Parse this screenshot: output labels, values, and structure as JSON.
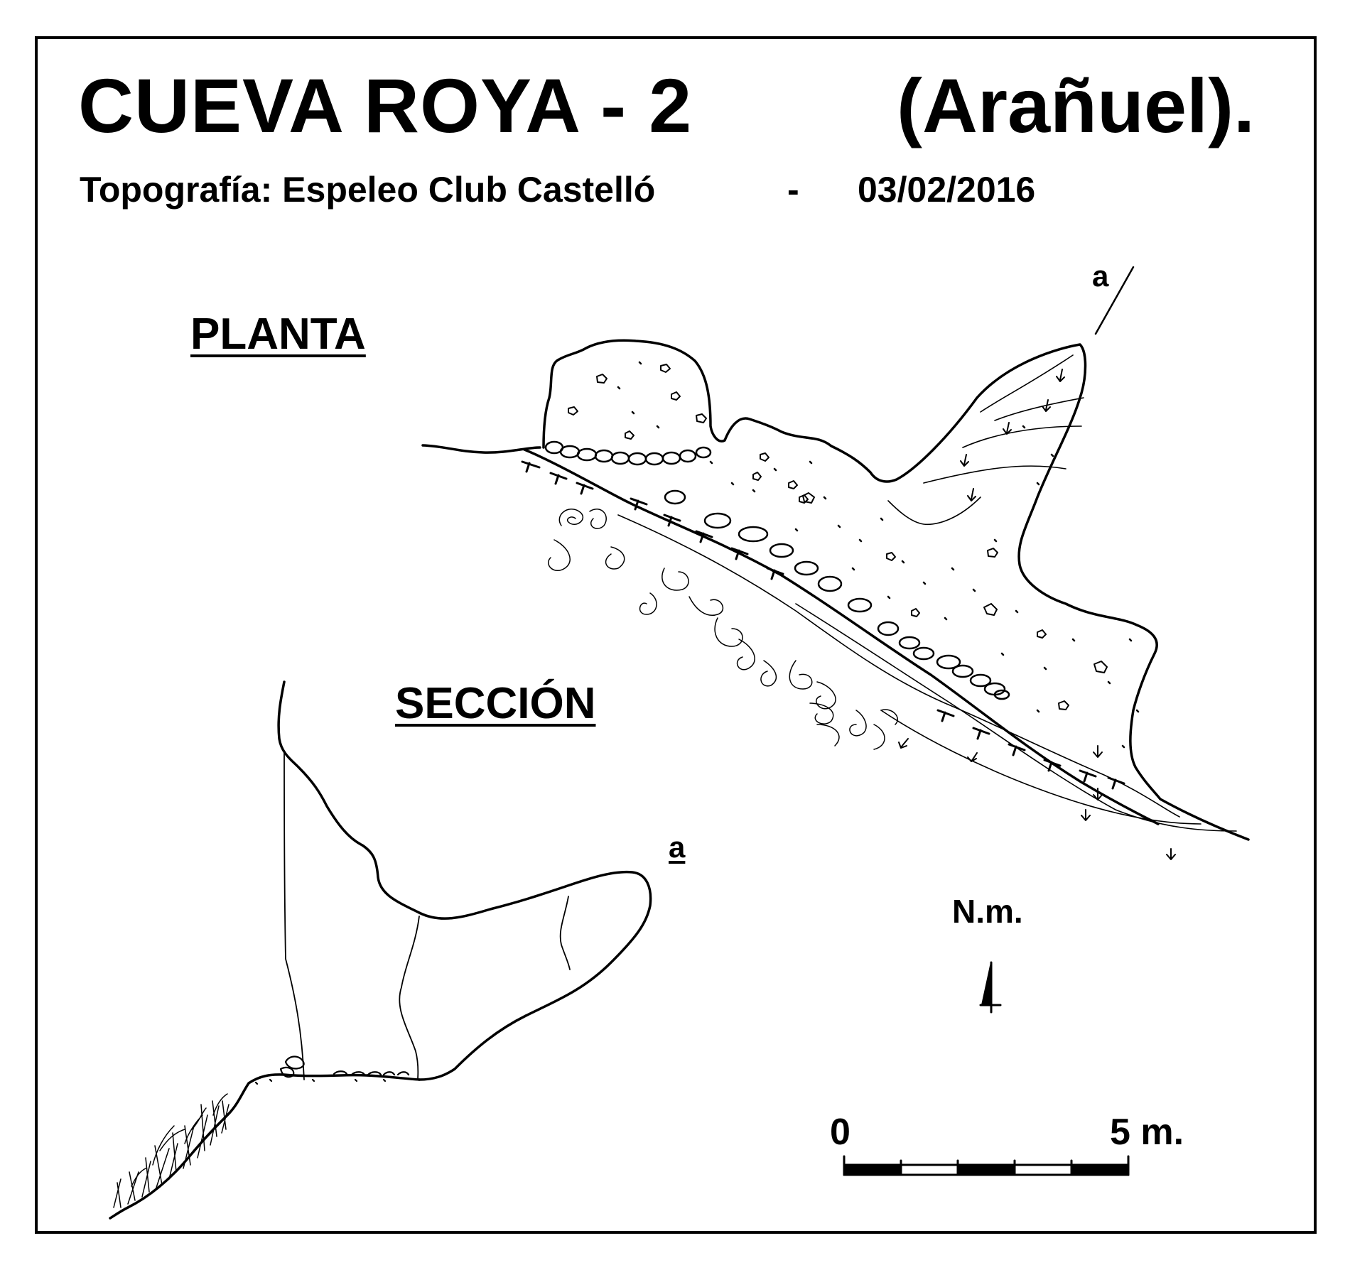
{
  "title": "CUEVA  ROYA - 2",
  "title_location": "(Arañuel).",
  "subtitle": {
    "label": "Topografía:  Espeleo Club Castelló",
    "separator": "-",
    "date": "03/02/2016"
  },
  "views": {
    "plan": "PLANTA",
    "section": "SECCIÓN"
  },
  "section_marker": {
    "plan_label": "a",
    "section_label": "a"
  },
  "north": {
    "label": "N.m."
  },
  "scale_bar": {
    "start": "0",
    "end": "5 m.",
    "divisions": 5
  },
  "colors": {
    "ink": "#000000",
    "paper": "#ffffff"
  }
}
